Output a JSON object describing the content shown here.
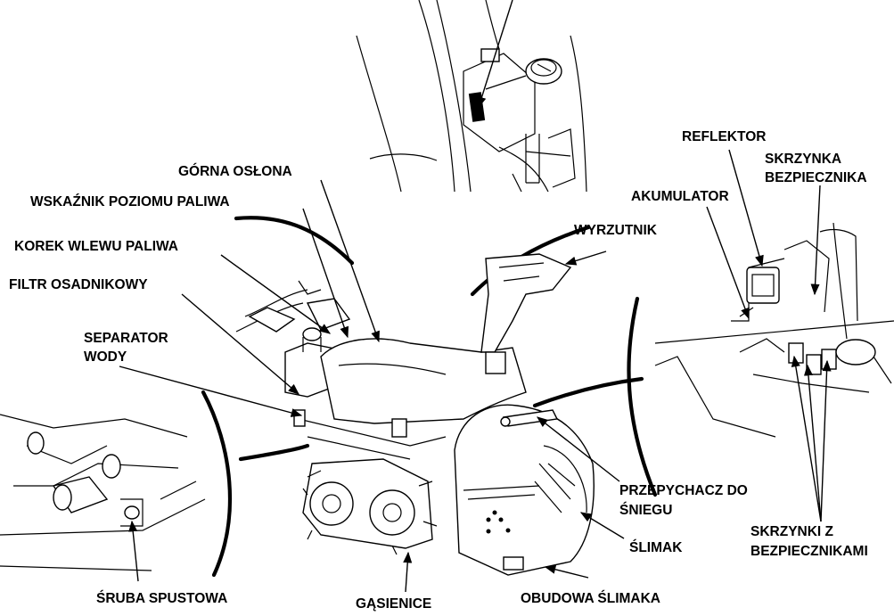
{
  "labels": {
    "gorna_oslona": "GÓRNA OSŁONA",
    "wskaznik": "WSKAŹNIK POZIOMU PALIWA",
    "korek": "KOREK WLEWU PALIWA",
    "filtr": "FILTR OSADNIKOWY",
    "separator_1": "SEPARATOR",
    "separator_2": "WODY",
    "sruba": "ŚRUBA SPUSTOWA",
    "gasienice": "GĄSIENICE",
    "obudowa": "OBUDOWA ŚLIMAKA",
    "slimak": "ŚLIMAK",
    "przepychacz_1": "PRZEPYCHACZ DO",
    "przepychacz_2": "ŚNIEGU",
    "wyrzutnik": "WYRZUTNIK",
    "reflektor": "REFLEKTOR",
    "skrzynka_1": "SKRZYNKA",
    "skrzynka_2": "BEZPIECZNIKA",
    "akumulator": "AKUMULATOR",
    "skrzynki_1": "SKRZYNKI Z",
    "skrzynki_2": "BEZPIECZNIKAMI"
  }
}
